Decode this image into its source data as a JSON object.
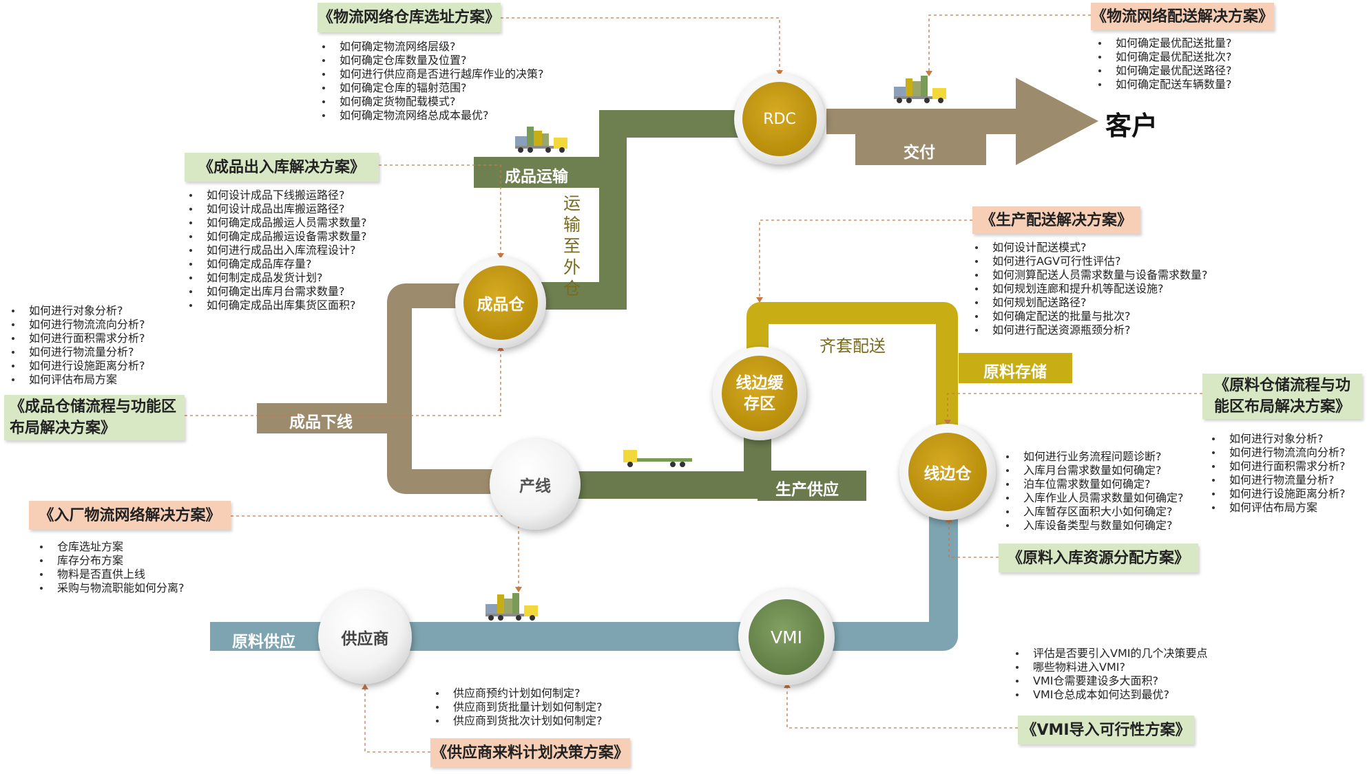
{
  "colors": {
    "product": "#6e8050",
    "finished": "#9c8b6d",
    "production": "#6a7a4c",
    "supply": "#c8ad15",
    "raw": "#7da4b0",
    "gold_node": "#c49a14",
    "vmi_node": "#6c8a52"
  },
  "nodes": {
    "rdc": "RDC",
    "finished_wh": "成品仓",
    "line_buffer": "线边缓\n存区",
    "line_wh": "线边仓",
    "production_line": "产线",
    "supplier": "供应商",
    "vmi": "VMI",
    "customer": "客户"
  },
  "flow_labels": {
    "delivery": "交付",
    "product_transport": "成品运输",
    "to_external": "运输至外仓",
    "offline": "成品下线",
    "production_supply": "生产供应",
    "kit_delivery": "齐套配送",
    "raw_storage": "原料存储",
    "raw_supply": "原料供应"
  },
  "solutions": {
    "network_wh": {
      "title": "《物流网络仓库选址方案》",
      "items": [
        "如何确定物流网络层级?",
        "如何确定仓库数量及位置?",
        "如何进行供应商是否进行越库作业的决策?",
        "如何确定仓库的辐射范围?",
        "如何确定货物配载模式?",
        "如何确定物流网络总成本最优?"
      ]
    },
    "network_dist": {
      "title": "《物流网络配送解决方案》",
      "items": [
        "如何确定最优配送批量?",
        "如何确定最优配送批次?",
        "如何确定最优配送路径?",
        "如何确定配送车辆数量?"
      ]
    },
    "finished_io": {
      "title": "《成品出入库解决方案》",
      "items": [
        "如何设计成品下线搬运路径?",
        "如何设计成品出库搬运路径?",
        "如何确定成品搬运人员需求数量?",
        "如何确定成品搬运设备需求数量?",
        "如何进行成品出入库流程设计?",
        "如何确定成品库存量?",
        "如何制定成品发货计划?",
        "如何确定出库月台需求数量?",
        "如何确定成品出库集货区面积?"
      ]
    },
    "left_analysis": {
      "items": [
        "如何进行对象分析?",
        "如何进行物流流向分析?",
        "如何进行面积需求分析?",
        "如何进行物流量分析?",
        "如何进行设施距离分析?",
        "如何评估布局方案"
      ]
    },
    "finished_layout": {
      "title": "《成品仓储流程与功能区布局解决方案》",
      "line1": "《成品仓储流程与功能区",
      "line2": "布局解决方案》"
    },
    "inbound_network": {
      "title": "《入厂物流网络解决方案》",
      "items": [
        "仓库选址方案",
        "库存分布方案",
        "物料是否直供上线",
        "采购与物流职能如何分离?"
      ]
    },
    "supplier_plan": {
      "title": "《供应商来料计划决策方案》",
      "items": [
        "供应商预约计划如何制定?",
        "供应商到货批量计划如何制定?",
        "供应商到货批次计划如何制定?"
      ]
    },
    "production_dist": {
      "title": "《生产配送解决方案》",
      "items": [
        "如何设计配送模式?",
        "如何进行AGV可行性评估?",
        "如何测算配送人员需求数量与设备需求数量?",
        "如何规划连廊和提升机等配送设施?",
        "如何规划配送路径?",
        "如何确定配送的批量与批次?",
        "如何进行配送资源瓶颈分析?"
      ]
    },
    "raw_layout": {
      "title": "《原料仓储流程与功能区布局解决方案》",
      "line1": "《原料仓储流程与功",
      "line2": "能区布局解决方案》",
      "items": [
        "如何进行对象分析?",
        "如何进行物流流向分析?",
        "如何进行面积需求分析?",
        "如何进行物流量分析?",
        "如何进行设施距离分析?",
        "如何评估布局方案"
      ]
    },
    "line_wh_q": {
      "items": [
        "如何进行业务流程问题诊断?",
        "入库月台需求数量如何确定?",
        "泊车位需求数量如何确定?",
        "入库作业人员需求数量如何确定?",
        "入库暂存区面积大小如何确定?",
        "入库设备类型与数量如何确定?"
      ]
    },
    "raw_inbound": {
      "title": "《原料入库资源分配方案》"
    },
    "vmi": {
      "title": "《VMI导入可行性方案》",
      "items": [
        "评估是否要引入VMI的几个决策要点",
        "哪些物料进入VMI?",
        "VMI仓需要建设多大面积?",
        "VMI仓总成本如何达到最优?"
      ]
    }
  }
}
